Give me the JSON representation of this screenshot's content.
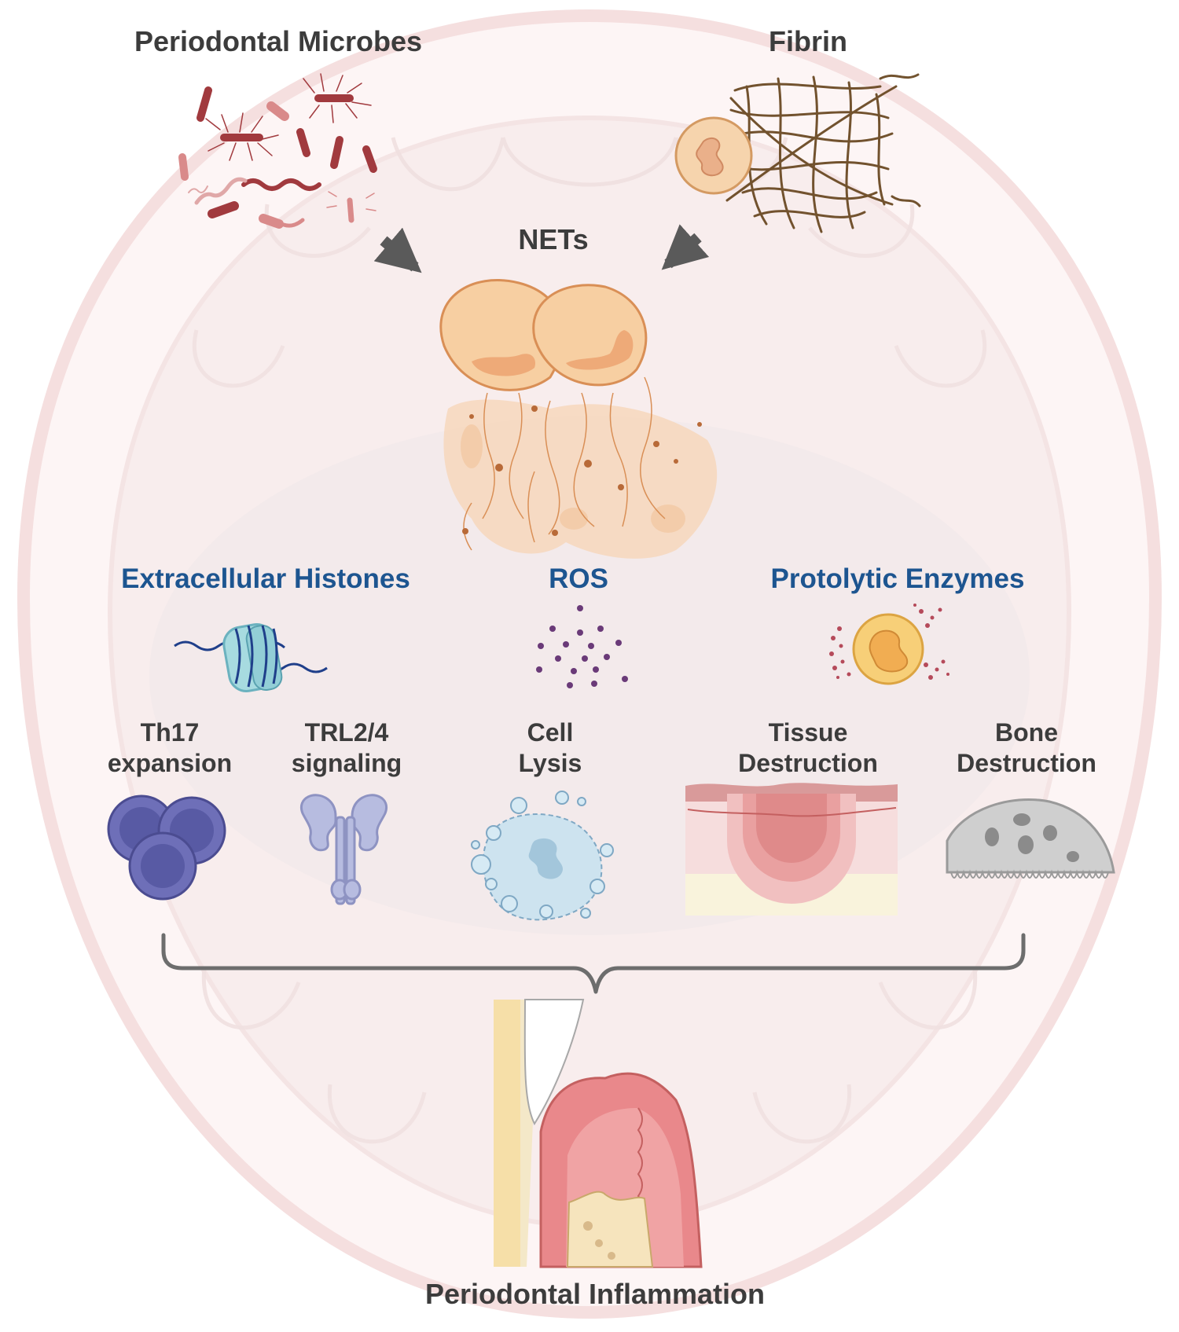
{
  "colors": {
    "label_dark": "#3c3c3c",
    "label_blue": "#1d5590",
    "mouth_outline": "#f7e3e3",
    "bacteria_dark": "#a13a3e",
    "bacteria_light": "#d98a8a",
    "neutrophil": "#f6c99c",
    "fibrin": "#6b4a24",
    "ros_dot": "#6a3a78",
    "lymphocyte": "#6e6fb8",
    "receptor": "#b7bce0",
    "lysis": "#b6d4e6",
    "tissue": "#e48484",
    "bone": "#c9c9c9",
    "arrow": "#5a5a5a",
    "brace": "#6d6d6d"
  },
  "labels": {
    "microbes": "Periodontal Microbes",
    "fibrin": "Fibrin",
    "nets": "NETs",
    "histones": "Extracellular Histones",
    "ros": "ROS",
    "enzymes": "Protolytic Enzymes",
    "th17_line1": "Th17",
    "th17_line2": "expansion",
    "trl_line1": "TRL2/4",
    "trl_line2": "signaling",
    "lysis_line1": "Cell",
    "lysis_line2": "Lysis",
    "tissue_line1": "Tissue",
    "tissue_line2": "Destruction",
    "bone_line1": "Bone",
    "bone_line2": "Destruction",
    "outcome": "Periodontal Inflammation"
  },
  "icons": {
    "microbes": "bacteria-cluster-icon",
    "fibrin": "fibrin-mesh-icon",
    "nets": "neutrophil-extracellular-trap-icon",
    "histones": "nucleosome-dna-icon",
    "ros": "ros-dots-icon",
    "enzymes": "degranulating-neutrophil-icon",
    "th17": "lymphocyte-cluster-icon",
    "trl": "toll-like-receptor-icon",
    "lysis": "lysed-cell-icon",
    "tissue": "tissue-lesion-icon",
    "bone": "osteoclast-icon",
    "outcome": "tooth-gum-section-icon"
  }
}
